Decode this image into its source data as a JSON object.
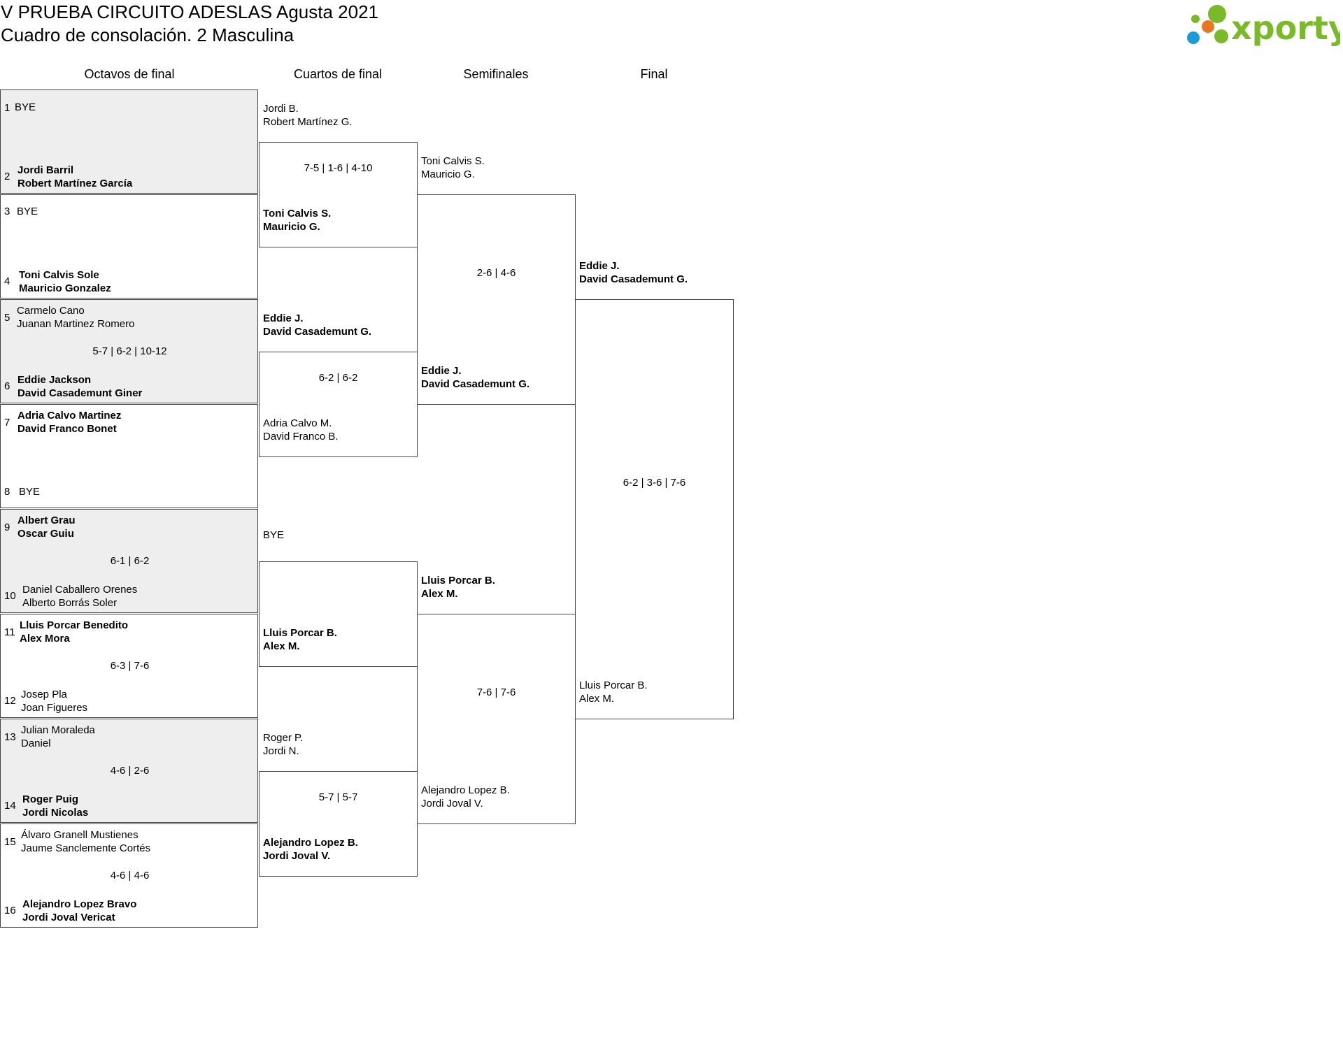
{
  "title": "V PRUEBA CIRCUITO ADESLAS Agusta 2021",
  "subtitle": "Cuadro de consolación. 2 Masculina",
  "logo_text": "xporty",
  "rounds": [
    "Octavos de final",
    "Cuartos de final",
    "Semifinales",
    "Final"
  ],
  "r16": [
    {
      "seed_a": "1",
      "a": [
        "BYE"
      ],
      "seed_b": "2",
      "b": [
        "Jordi Barril",
        "Robert Martínez García"
      ],
      "score": ""
    },
    {
      "seed_a": "3",
      "a": [
        "BYE"
      ],
      "seed_b": "4",
      "b": [
        "Toni Calvis Sole",
        "Mauricio Gonzalez"
      ],
      "score": ""
    },
    {
      "seed_a": "5",
      "a": [
        "Carmelo Cano",
        "Juanan Martinez Romero"
      ],
      "seed_b": "6",
      "b": [
        "Eddie Jackson",
        "David Casademunt Giner"
      ],
      "score": "5-7 | 6-2 | 10-12"
    },
    {
      "seed_a": "7",
      "a": [
        "Adria Calvo Martinez",
        "David Franco Bonet"
      ],
      "seed_b": "8",
      "b": [
        "BYE"
      ],
      "score": ""
    },
    {
      "seed_a": "9",
      "a": [
        "Albert Grau",
        "Oscar Guiu"
      ],
      "seed_b": "10",
      "b": [
        "Daniel Caballero Orenes",
        "Alberto Borrás Soler"
      ],
      "score": "6-1 | 6-2"
    },
    {
      "seed_a": "11",
      "a": [
        "Lluis Porcar Benedito",
        "Alex Mora"
      ],
      "seed_b": "12",
      "b": [
        "Josep Pla",
        "Joan Figueres"
      ],
      "score": "6-3 | 7-6"
    },
    {
      "seed_a": "13",
      "a": [
        "Julian Moraleda",
        "Daniel"
      ],
      "seed_b": "14",
      "b": [
        "Roger Puig",
        "Jordi Nicolas"
      ],
      "score": "4-6 | 2-6"
    },
    {
      "seed_a": "15",
      "a": [
        "Álvaro Granell Mustienes",
        "Jaume Sanclemente Cortés"
      ],
      "seed_b": "16",
      "b": [
        "Alejandro Lopez Bravo",
        "Jordi Joval Vericat"
      ],
      "score": "4-6 | 4-6"
    }
  ],
  "qf": [
    {
      "a": [
        "Jordi B.",
        "Robert Martínez G."
      ],
      "b": [
        "Toni Calvis S.",
        "Mauricio G."
      ],
      "score": "7-5 | 1-6 | 4-10"
    },
    {
      "a": [
        "Eddie J.",
        "David Casademunt G."
      ],
      "b": [
        "Adria Calvo M.",
        "David Franco B."
      ],
      "score": "6-2 | 6-2"
    },
    {
      "a": [
        "BYE"
      ],
      "b": [
        "Lluis Porcar B.",
        "Alex M."
      ],
      "score": ""
    },
    {
      "a": [
        "Roger P.",
        "Jordi N."
      ],
      "b": [
        "Alejandro Lopez B.",
        "Jordi Joval V."
      ],
      "score": "5-7 | 5-7"
    }
  ],
  "sf": [
    {
      "a": [
        "Toni Calvis S.",
        "Mauricio G."
      ],
      "b": [
        "Eddie J.",
        "David Casademunt G."
      ],
      "score": "2-6 | 4-6"
    },
    {
      "a": [
        "Lluis Porcar B.",
        "Alex M."
      ],
      "b": [
        "Alejandro Lopez B.",
        "Jordi Joval V."
      ],
      "score": "7-6 | 7-6"
    }
  ],
  "final": {
    "a": [
      "Eddie J.",
      "David Casademunt G."
    ],
    "b": [
      "Lluis Porcar B.",
      "Alex M."
    ],
    "score": "6-2 | 3-6 | 7-6"
  },
  "logo_colors": {
    "green": "#7ab929",
    "orange": "#e87722",
    "blue": "#1e9ad6"
  }
}
